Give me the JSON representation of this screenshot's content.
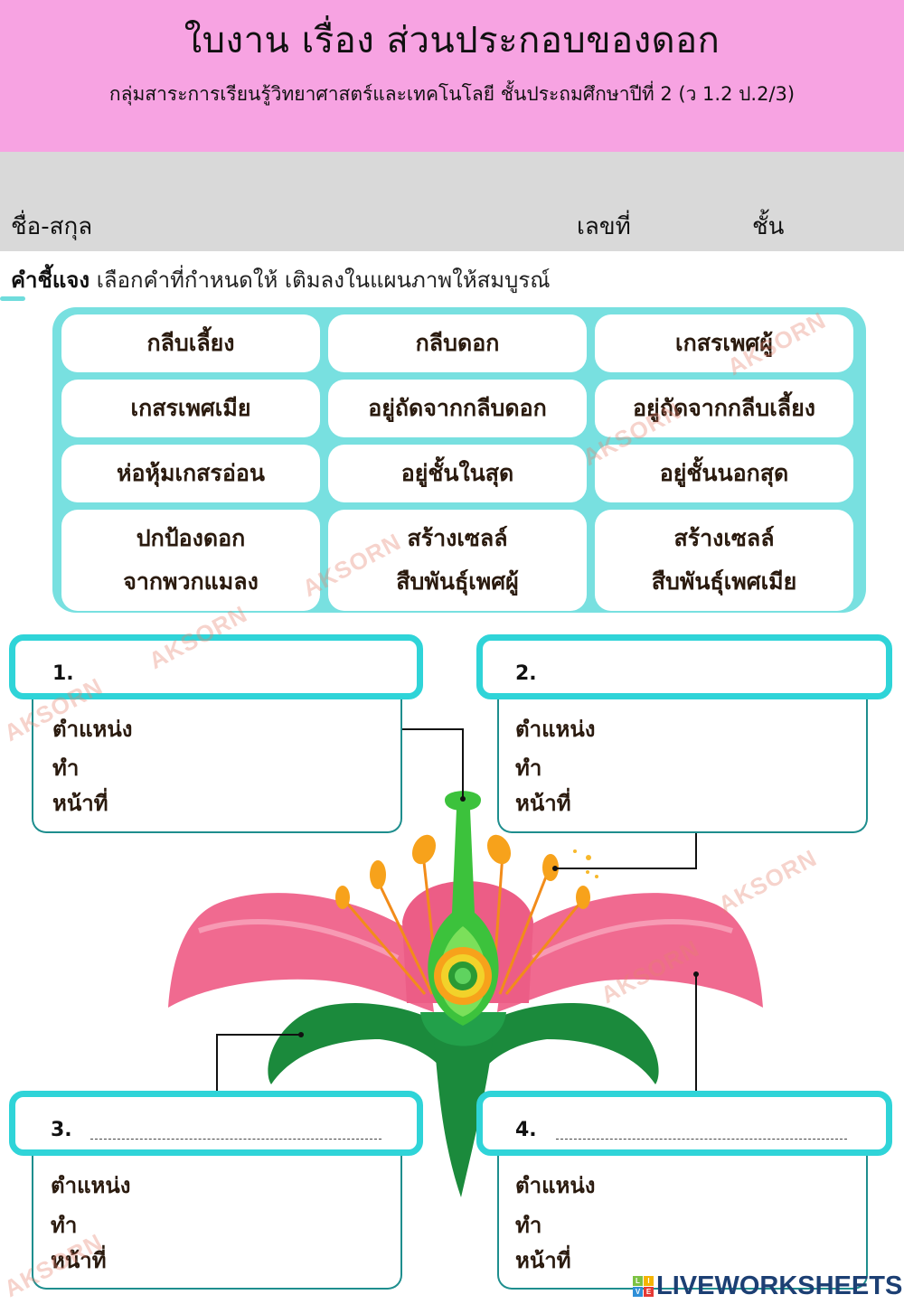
{
  "header": {
    "title": "ใบงาน เรื่อง ส่วนประกอบของดอก",
    "subtitle": "กลุ่มสาระการเรียนรู้วิทยาศาสตร์และเทคโนโลยี ชั้นประถมศึกษาปีที่ 2 (ว 1.2 ป.2/3)"
  },
  "student_info": {
    "name_label": "ชื่อ-สกุล",
    "number_label": "เลขที่",
    "class_label": "ชั้น"
  },
  "instruction": {
    "label": "คำชี้แจง",
    "text": " เลือกคำที่กำหนดให้ เติมลงในแผนภาพให้สมบูรณ์"
  },
  "word_bank": [
    {
      "lines": [
        "กลีบเลี้ยง"
      ]
    },
    {
      "lines": [
        "กลีบดอก"
      ]
    },
    {
      "lines": [
        "เกสรเพศผู้"
      ]
    },
    {
      "lines": [
        "เกสรเพศเมีย"
      ]
    },
    {
      "lines": [
        "อยู่ถัดจากกลีบดอก"
      ]
    },
    {
      "lines": [
        "อยู่ถัดจากกลีบเลี้ยง"
      ]
    },
    {
      "lines": [
        "ห่อหุ้มเกสรอ่อน"
      ]
    },
    {
      "lines": [
        "อยู่ชั้นในสุด"
      ]
    },
    {
      "lines": [
        "อยู่ชั้นนอกสุด"
      ]
    },
    {
      "lines": [
        "ปกป้องดอก",
        "จากพวกแมลง"
      ]
    },
    {
      "lines": [
        "สร้างเซลล์",
        "สืบพันธุ์เพศผู้"
      ]
    },
    {
      "lines": [
        "สร้างเซลล์",
        "สืบพันธุ์เพศเมีย"
      ]
    }
  ],
  "callouts": [
    {
      "number": "1.",
      "position_label": "ตำแหน่ง",
      "function_label": "ทำหน้าที่",
      "points_to": "pistil"
    },
    {
      "number": "2.",
      "position_label": "ตำแหน่ง",
      "function_label": "ทำหน้าที่",
      "points_to": "stamen"
    },
    {
      "number": "3.",
      "position_label": "ตำแหน่ง",
      "function_label": "ทำหน้าที่",
      "points_to": "sepal"
    },
    {
      "number": "4.",
      "position_label": "ตำแหน่ง",
      "function_label": "ทำหน้าที่",
      "points_to": "petal"
    }
  ],
  "watermark": "AKSORN",
  "brand": {
    "logo_letters": [
      "L",
      "I",
      "V",
      "E"
    ],
    "logo_colors": [
      "#7cc243",
      "#f5b400",
      "#2f8fd8",
      "#e53935"
    ],
    "name": "LIVEWORKSHEETS"
  },
  "colors": {
    "header_bg": "#f7a3e2",
    "info_bg": "#d9d9d9",
    "word_bank_bg": "#78e0e0",
    "callout_border": "#2fd4d8",
    "petal": "#f06a90",
    "sepal": "#1b8a3c",
    "pistil": "#3cc23c",
    "stamen": "#f7a21b"
  }
}
